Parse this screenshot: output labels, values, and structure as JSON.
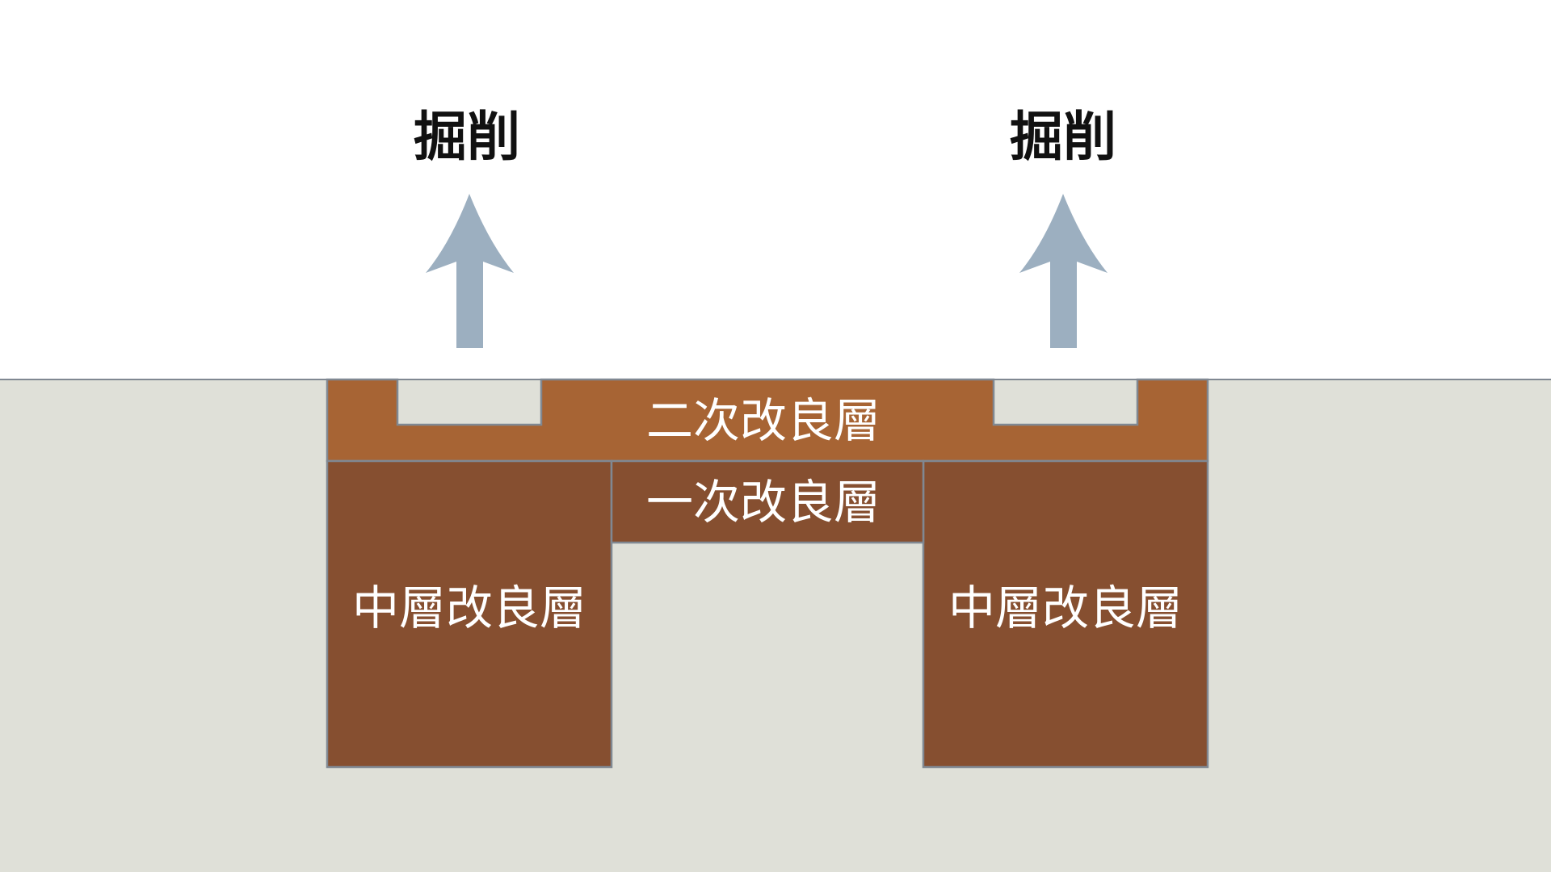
{
  "labels": {
    "excavation_left": "掘削",
    "excavation_right": "掘削",
    "secondary_layer": "二次改良層",
    "primary_layer": "一次改良層",
    "middle_layer_left": "中層改良層",
    "middle_layer_right": "中層改良層"
  },
  "colors": {
    "background": "#ffffff",
    "ground": "#dfe0d8",
    "secondary_layer": "#a76434",
    "primary_layer": "#864f30",
    "middle_layer": "#864f30",
    "outline": "#808892",
    "arrow": "#9cafc0",
    "dark_text": "#111111",
    "light_text": "#ffffff"
  }
}
